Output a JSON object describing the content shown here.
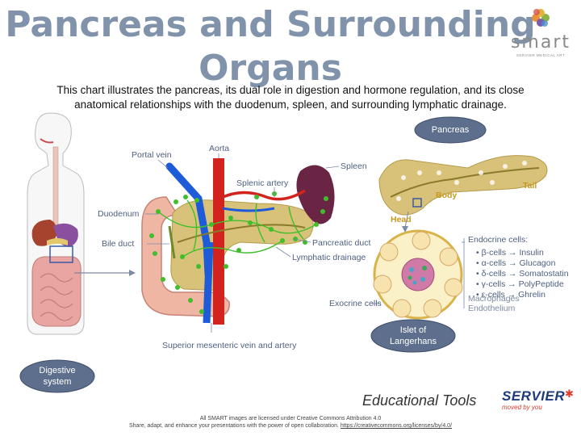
{
  "title": "Pancreas and Surrounding Organs",
  "subtitle": "This chart illustrates the pancreas, its dual role in digestion and hormone regulation, and its close anatomical relationships with the duodenum, spleen, and surrounding lymphatic drainage.",
  "logo": {
    "word": "smart",
    "sub": "SERVIER MEDICAL ART"
  },
  "labels": {
    "portal_vein": "Portal vein",
    "aorta": "Aorta",
    "spleen": "Spleen",
    "splenic_artery": "Splenic artery",
    "duodenum": "Duodenum",
    "bile_duct": "Bile duct",
    "pancreatic_duct": "Pancreatic duct",
    "lymphatic_drainage": "Lymphatic drainage",
    "superior_mesenteric": "Superior mesenteric vein and artery",
    "exocrine_cells": "Exocrine cells"
  },
  "clouds": {
    "pancreas": "Pancreas",
    "islet": "Islet of Langerhans",
    "digestive": "Digestive system"
  },
  "pancreas_parts": {
    "head": "Head",
    "body": "Body",
    "tail": "Tail"
  },
  "endocrine": {
    "heading": "Endocrine cells:",
    "cells": [
      "β-cells → Insulin",
      "α-cells → Glucagon",
      "δ-cells → Somatostatin",
      "γ-cells → PolyPeptide",
      "ε-cells → Ghrelin"
    ],
    "other": [
      "Macrophages",
      "Endothelium"
    ]
  },
  "branding": {
    "educational": "Educational Tools",
    "servier": "SERVIER",
    "tagline": "moved by you"
  },
  "footer": {
    "line1": "All SMART images are licensed under Creative Commons Attribution 4.0",
    "line2": "Share, adapt, and enhance your presentations with the power of open collaboration.",
    "link": "https://creativecommons.org/licenses/by/4.0/"
  },
  "colors": {
    "title": "#8093ab",
    "label": "#4d5f80",
    "cloud_fill": "#5d6f8c",
    "pancreas": "#d8c27a",
    "vein": "#1e5bd8",
    "artery": "#d2231e",
    "lymph": "#3fbf2a",
    "spleen": "#6a2545",
    "accent": "#e03b2f"
  }
}
